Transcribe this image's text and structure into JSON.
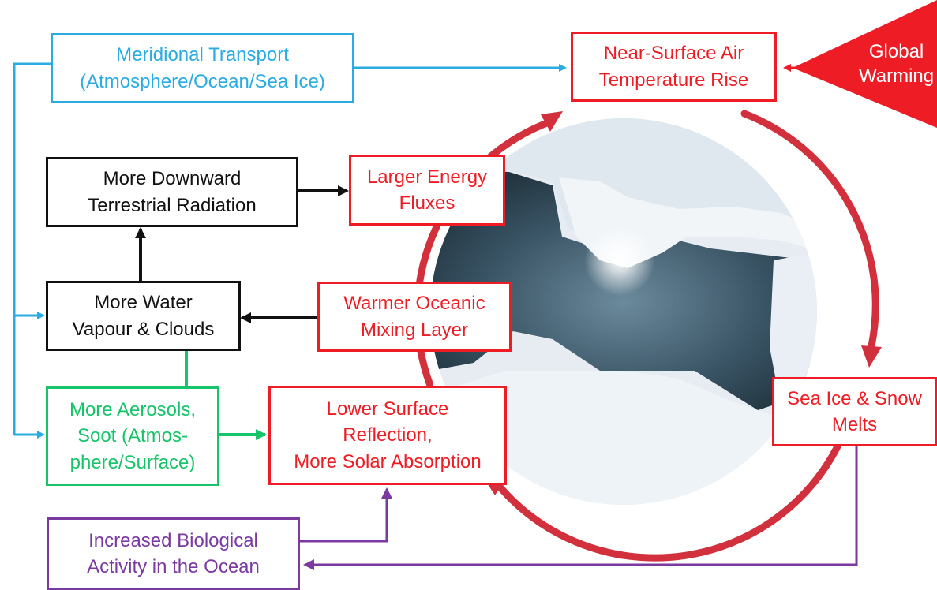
{
  "boxes": {
    "meridional": {
      "lines": [
        "Meridional Transport",
        "(Atmosphere/Ocean/Sea Ice)"
      ]
    },
    "near_surface": {
      "lines": [
        "Near-Surface Air",
        "Temperature Rise"
      ]
    },
    "global_warming": {
      "lines": [
        "Global",
        "Warming"
      ]
    },
    "downward_radiation": {
      "lines": [
        "More Downward",
        "Terrestrial Radiation"
      ]
    },
    "energy_fluxes": {
      "lines": [
        "Larger Energy",
        "Fluxes"
      ]
    },
    "water_vapour": {
      "lines": [
        "More Water",
        "Vapour & Clouds"
      ]
    },
    "oceanic_mixing": {
      "lines": [
        "Warmer Oceanic",
        "Mixing Layer"
      ]
    },
    "aerosols": {
      "lines": [
        "More Aerosols,",
        "Soot (Atmos-",
        "phere/Surface)"
      ]
    },
    "surface_reflection": {
      "lines": [
        "Lower Surface",
        "Reflection,",
        "More Solar Absorption"
      ]
    },
    "sea_ice": {
      "lines": [
        "Sea Ice & Snow",
        "Melts"
      ]
    },
    "biological": {
      "lines": [
        "Increased Biological",
        "Activity in the Ocean"
      ]
    }
  },
  "colors": {
    "transport": "#2aabe2",
    "feedback": "#ee1c24",
    "cycle": "#d2303c",
    "radiation": "#111111",
    "aerosol": "#18c46a",
    "biology": "#7a3aa0"
  },
  "photo": {
    "subject": "arctic sea ice floe with open water and sun reflection"
  }
}
